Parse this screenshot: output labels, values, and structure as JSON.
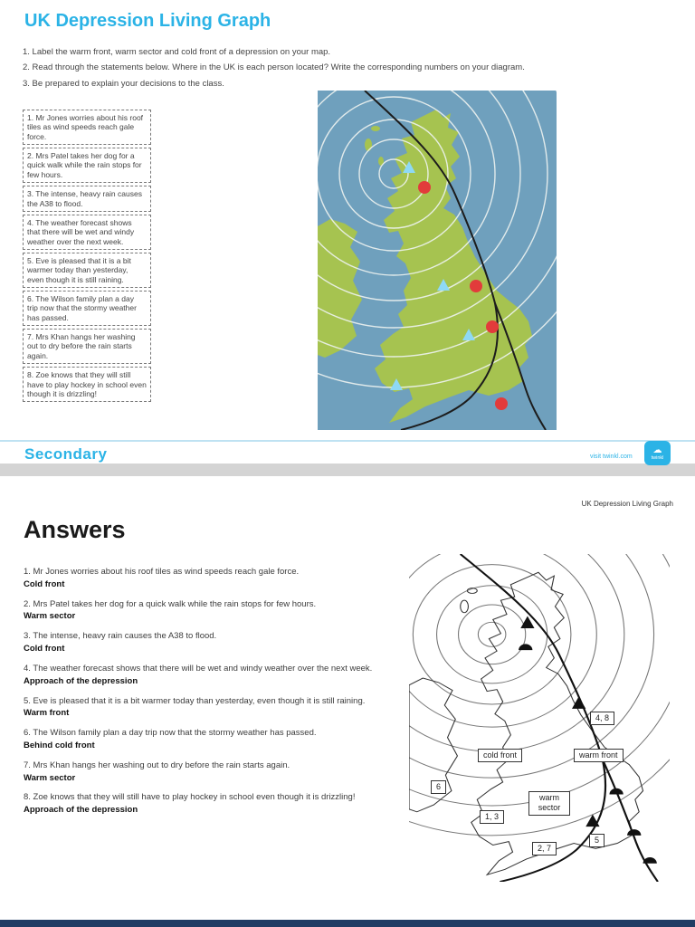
{
  "colors": {
    "brand_cyan": "#2BB3E6",
    "map_sea_blue": "#6FA0BD",
    "map_land_green": "#A6C350",
    "warm_front_marker_red": "#E23B3B",
    "cold_front_marker_blue": "#8ED9F5",
    "footer_bar_navy": "#203D64"
  },
  "page1": {
    "title": "UK Depression Living Graph",
    "instructions": [
      "1.  Label the warm front, warm sector and cold front of a depression on your map.",
      "2.  Read through the statements below. Where in the UK is each person located? Write the corresponding numbers on your diagram.",
      "3.  Be prepared to explain your decisions to the class."
    ],
    "statements": [
      "1. Mr Jones worries about his roof tiles as wind speeds reach gale force.",
      "2. Mrs Patel takes her dog for a quick walk while the rain stops for few hours.",
      "3. The intense, heavy rain causes the A38 to flood.",
      "4. The weather forecast shows that there will be wet and windy weather over the next week.",
      "5. Eve is pleased that it is a bit warmer today than yesterday, even though it is still raining.",
      "6. The Wilson family plan a day trip now that the stormy weather has passed.",
      "7. Mrs Khan hangs her washing out to dry before the rain starts again.",
      "8. Zoe knows that they will still have to play hockey in school even though it is drizzling!"
    ],
    "footer": {
      "brand": "Secondary",
      "visit": "visit twinkl.com",
      "logo_text": "twinkl"
    }
  },
  "page2": {
    "header": "UK Depression Living Graph",
    "title": "Answers",
    "qa": [
      {
        "q": "1. Mr Jones worries about his roof tiles as wind speeds reach gale force.",
        "a": "Cold front"
      },
      {
        "q": "2. Mrs Patel takes her dog for a quick walk while the rain stops for few hours.",
        "a": "Warm sector"
      },
      {
        "q": "3. The intense, heavy rain causes the A38 to flood.",
        "a": "Cold front"
      },
      {
        "q": "4. The weather forecast shows that there will be wet and windy weather over the next week.",
        "a": "Approach of the depression"
      },
      {
        "q": "5. Eve is pleased that it is a bit warmer today than yesterday, even though it is still raining.",
        "a": "Warm front"
      },
      {
        "q": "6. The Wilson family plan a day trip now that the stormy weather has passed.",
        "a": "Behind cold front"
      },
      {
        "q": "7. Mrs Khan hangs her washing out to dry before the rain starts again.",
        "a": "Warm sector"
      },
      {
        "q": "8. Zoe knows that they will still have to play hockey in school even though it is drizzling!",
        "a": "Approach of the depression"
      }
    ],
    "map_labels": {
      "l48": "4, 8",
      "cold_front": "cold front",
      "warm_front": "warm front",
      "l6": "6",
      "warm_sector": "warm sector",
      "l13": "1, 3",
      "l27": "2, 7",
      "l5": "5"
    }
  }
}
